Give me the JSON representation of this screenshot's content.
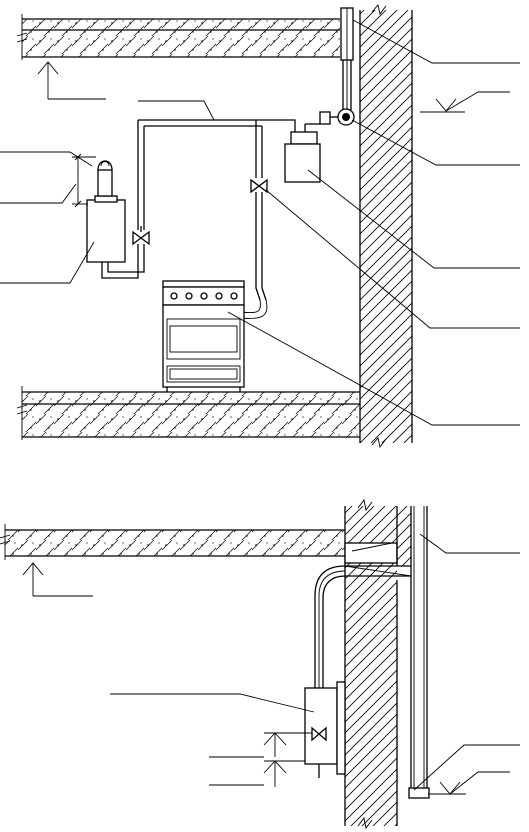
{
  "figure": {
    "title": "",
    "labels": [],
    "colors": {
      "line": "#000000",
      "background": "#ffffff",
      "hatch": "#000000"
    }
  },
  "components": {
    "upper": [
      "slab-top",
      "slab-bottom",
      "wall",
      "flue-pipe",
      "gas-pipe",
      "gas-meter",
      "water-heater",
      "valve-1",
      "valve-2",
      "gas-stove",
      "level-mark"
    ],
    "lower": [
      "slab",
      "wall",
      "chimney-duct",
      "flue-connector",
      "water-heater",
      "valve",
      "level-mark"
    ]
  }
}
